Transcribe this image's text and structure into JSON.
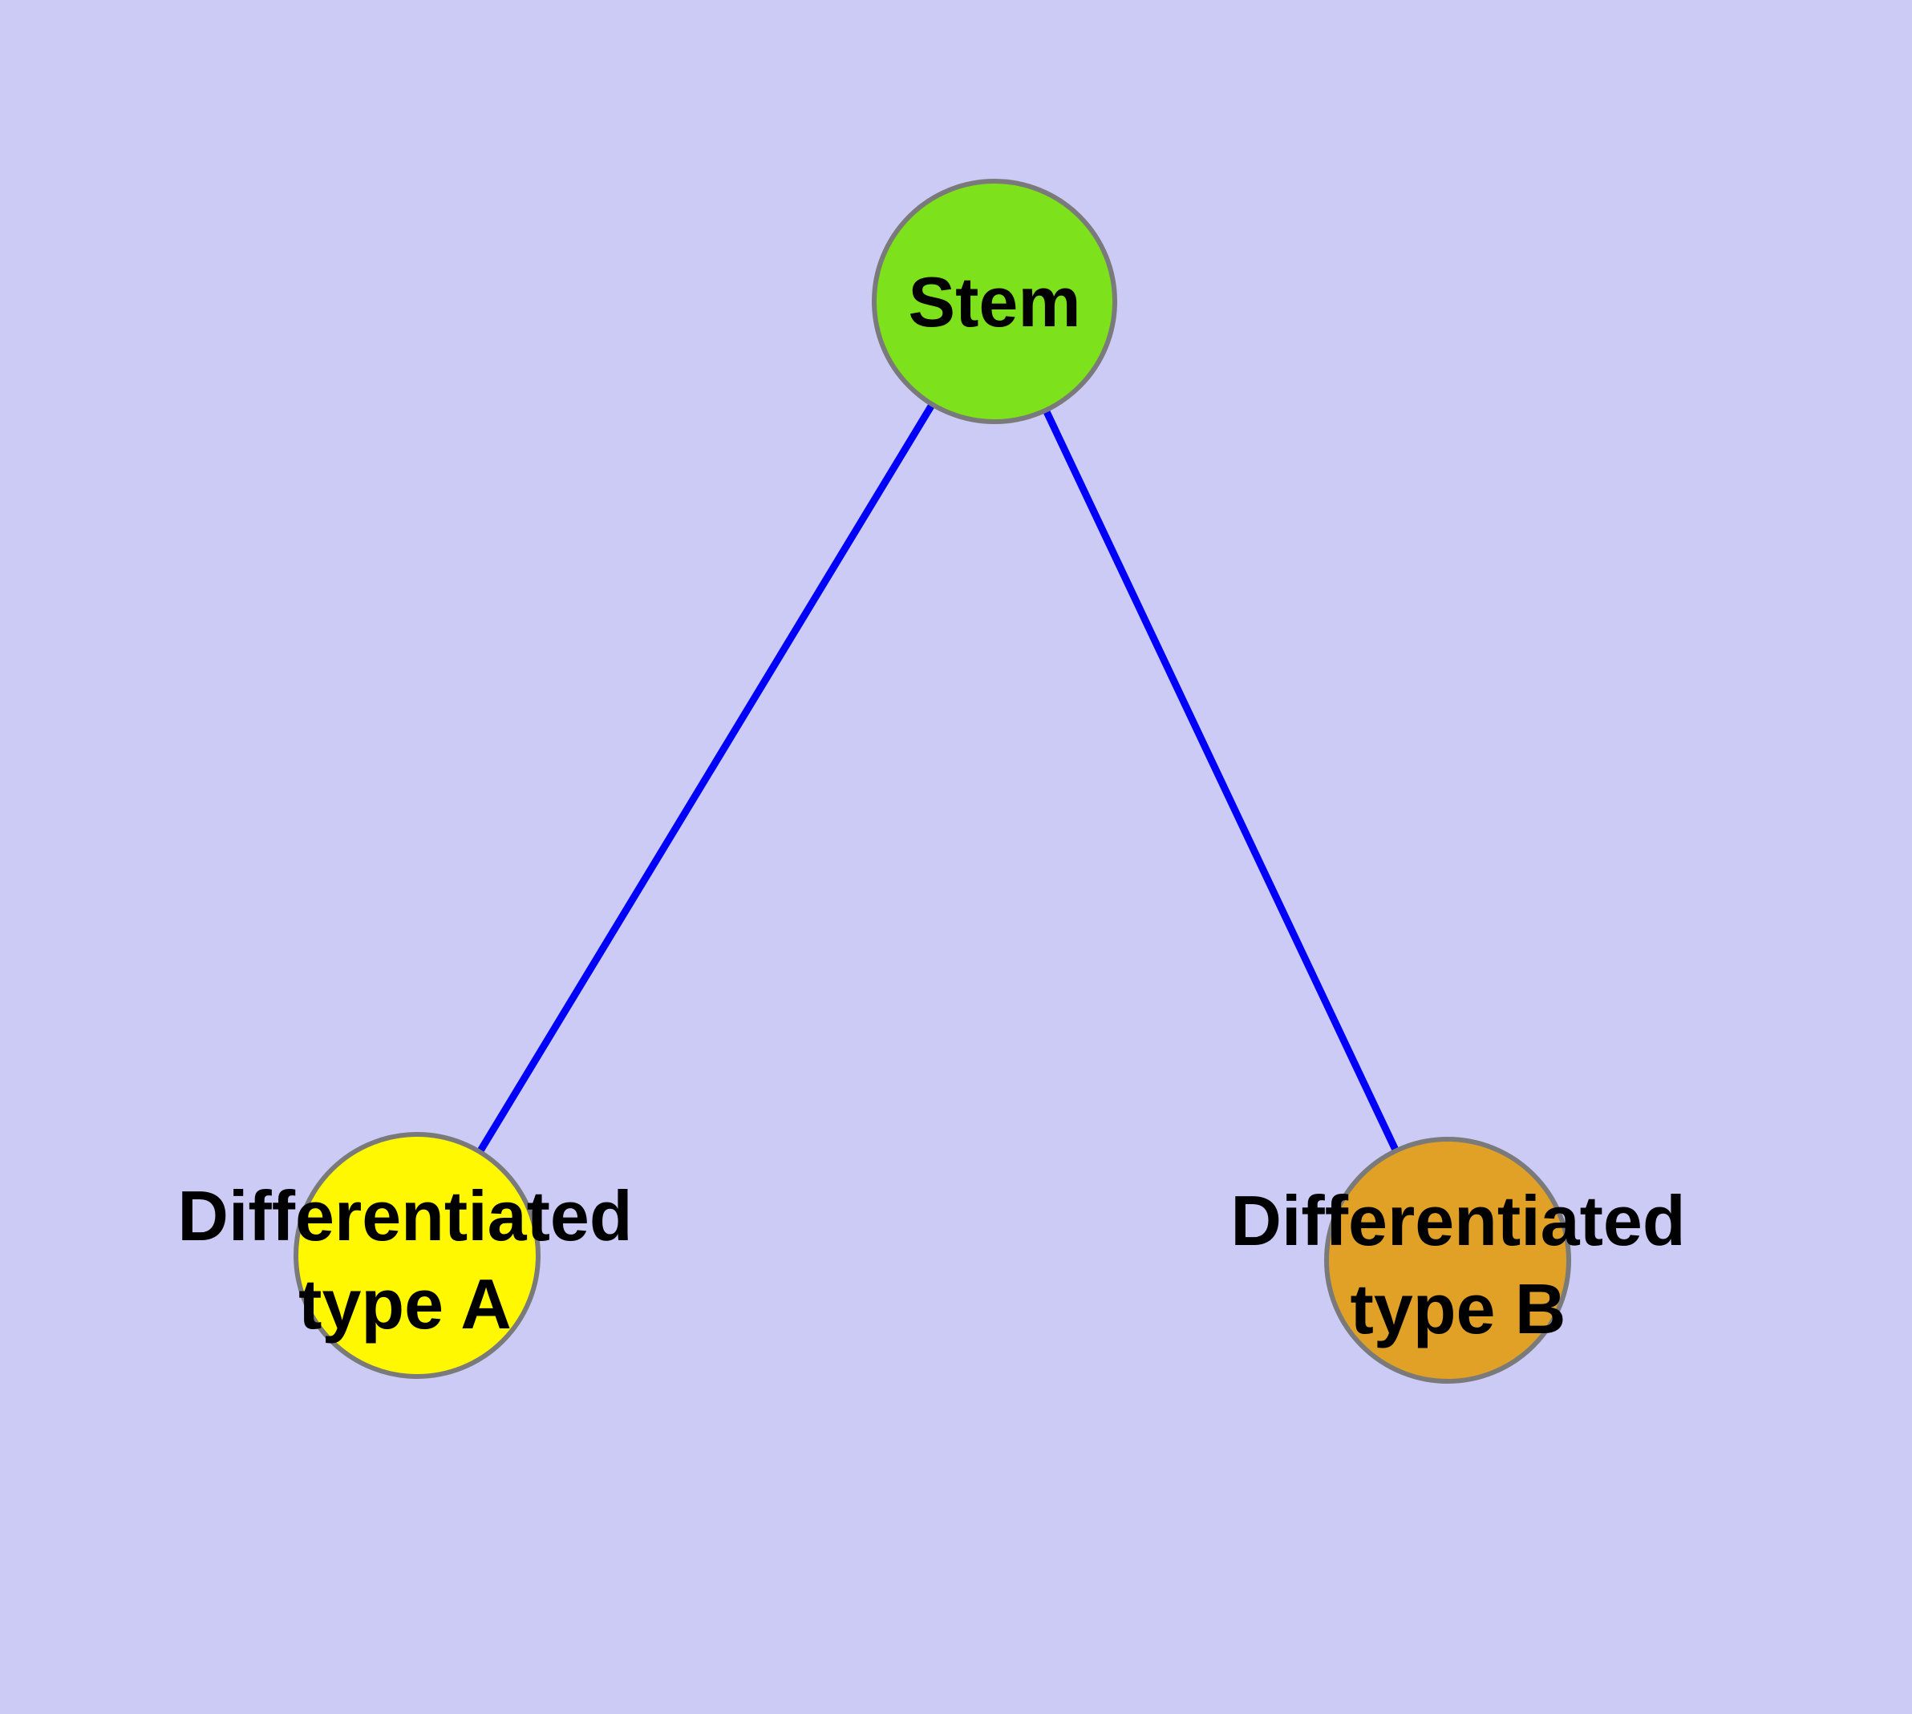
{
  "figure": {
    "background_color": "#CBCBF6",
    "edge_color": "#0000FA",
    "node_border_color": "#7A7A7A",
    "label_color": "#000000",
    "nodes": {
      "stem": {
        "label": "Stem",
        "fill": "#7DE21B"
      },
      "type_a": {
        "label_line1": "Differentiated",
        "label_line2": "type A",
        "fill": "#FFF800"
      },
      "type_b": {
        "label_line1": "Differentiated",
        "label_line2": "type B",
        "fill": "#E0A126"
      }
    },
    "edges": [
      {
        "from": "stem",
        "to": "type_a"
      },
      {
        "from": "stem",
        "to": "type_b"
      }
    ]
  }
}
